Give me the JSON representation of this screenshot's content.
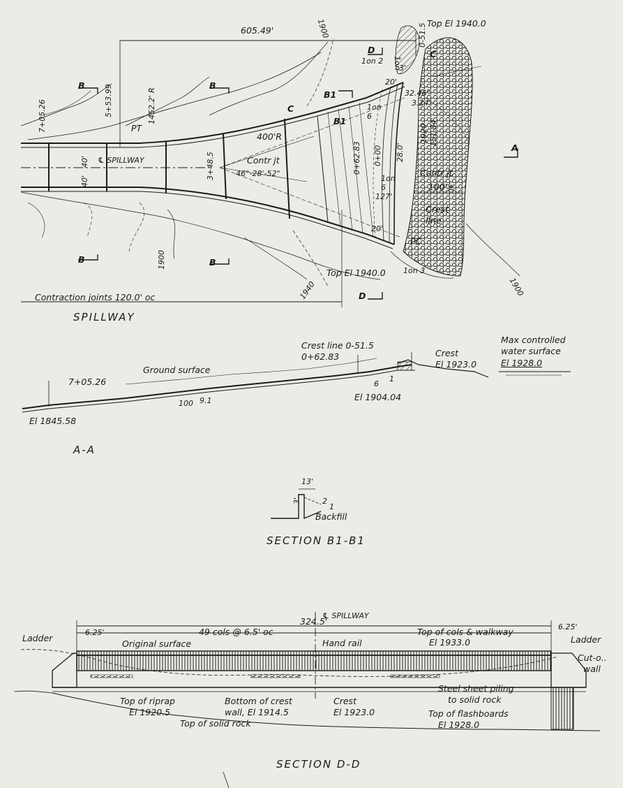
{
  "plan": {
    "title": "SPILLWAY",
    "dim_overall": "605.49'",
    "contour_1900_top": "1900",
    "top_el_upper": "Top El 1940.0",
    "sec_d_upper": "D",
    "sec_c_upper": "C",
    "slope_1on2": "1on 2",
    "dim_3": "3'",
    "dim_20_upper": "20'",
    "slope_1on_upper": "1on",
    "station_051_5": "0-51.5",
    "sec_b_left_upper": "B",
    "sec_b_right_upper": "B",
    "station_553": "5+53.99",
    "radius_1452": "1452.2' R",
    "station_705": "7+05.26",
    "pt": "PT",
    "sec_c_mid": "C",
    "sec_b1_upper": "B1",
    "sec_b1_lower": "B1",
    "slope_1on6_upper": "1on 6",
    "dim_3246": "32.46\"",
    "dim_324": "3.24'",
    "dim_1920": "1920",
    "dim_15184": "151.84'",
    "radius_400": "400'R",
    "cl_spillway": "℄ SPILLWAY",
    "dim_40a": "40'",
    "dim_40b": "40'",
    "station_348": "3+48.5",
    "contr_jt_1": "Contr jt",
    "angle": "46°-28'-52\"",
    "station_06283": "0+62.83",
    "station_000": "0+00",
    "dim_280": "28.0'",
    "sec_a": "A",
    "contr_jt_2": "Contr jt",
    "dim_100": "100'±",
    "slope_1on6_lower": "1on 6",
    "dim_127": "127'",
    "crest_line": "Crest line",
    "dim_20_lower": "20'",
    "pc": "PC",
    "sec_b_left_lower": "B",
    "sec_b_right_lower": "B",
    "contour_1900_left": "1900",
    "top_el_lower": "Top El 1940.0",
    "slope_1on3": "1on 3",
    "contour_1900_right": "1900",
    "contour_1940": "1940",
    "contraction_joints": "Contraction joints 120.0' oc",
    "sec_d_lower": "D"
  },
  "section_aa": {
    "title": "A-A",
    "crest_line": "Crest line 0-51.5",
    "station_06283": "0+62.83",
    "crest": "Crest",
    "crest_el": "El 1923.0",
    "max_controlled": "Max controlled",
    "water_surface": "water surface",
    "max_el": "El 1928.0",
    "ground_surface": "Ground surface",
    "station_705": "7+05.26",
    "slope_6": "6",
    "slope_1": "1",
    "el_1904": "El 1904.04",
    "slope_100": "100",
    "slope_91": "9.1",
    "el_1845": "El 1845.58"
  },
  "section_b1": {
    "title": "SECTION B1-B1",
    "dim_13": "13'",
    "dim_3": "3'",
    "slope_2": "2",
    "slope_1": "1",
    "backfill": "Backfill"
  },
  "section_dd": {
    "title": "SECTION D-D",
    "cl_spillway": "℄ SPILLWAY",
    "dim_3245": "324.5'",
    "dim_625_left": "6.25'",
    "cols": "49 cols @ 6.5' oc",
    "top_cols": "Top of cols & walkway",
    "top_cols_el": "El 1933.0",
    "dim_625_right": "6.25'",
    "ladder_left": "Ladder",
    "ladder_right": "Ladder",
    "original_surface": "Original surface",
    "hand_rail": "Hand rail",
    "cutoff_1": "Cut-o..",
    "cutoff_2": "wall",
    "steel_1": "Steel sheet piling",
    "steel_2": "to solid rock",
    "top_riprap": "Top of riprap",
    "riprap_el": "El 1920.5",
    "bottom_wall": "Bottom of crest",
    "bottom_wall_el": "wall, El 1914.5",
    "crest": "Crest",
    "crest_el": "El 1923.0",
    "flashboards": "Top of flashboards",
    "flashboards_el": "El 1928.0",
    "solid_rock": "Top of solid rock"
  }
}
